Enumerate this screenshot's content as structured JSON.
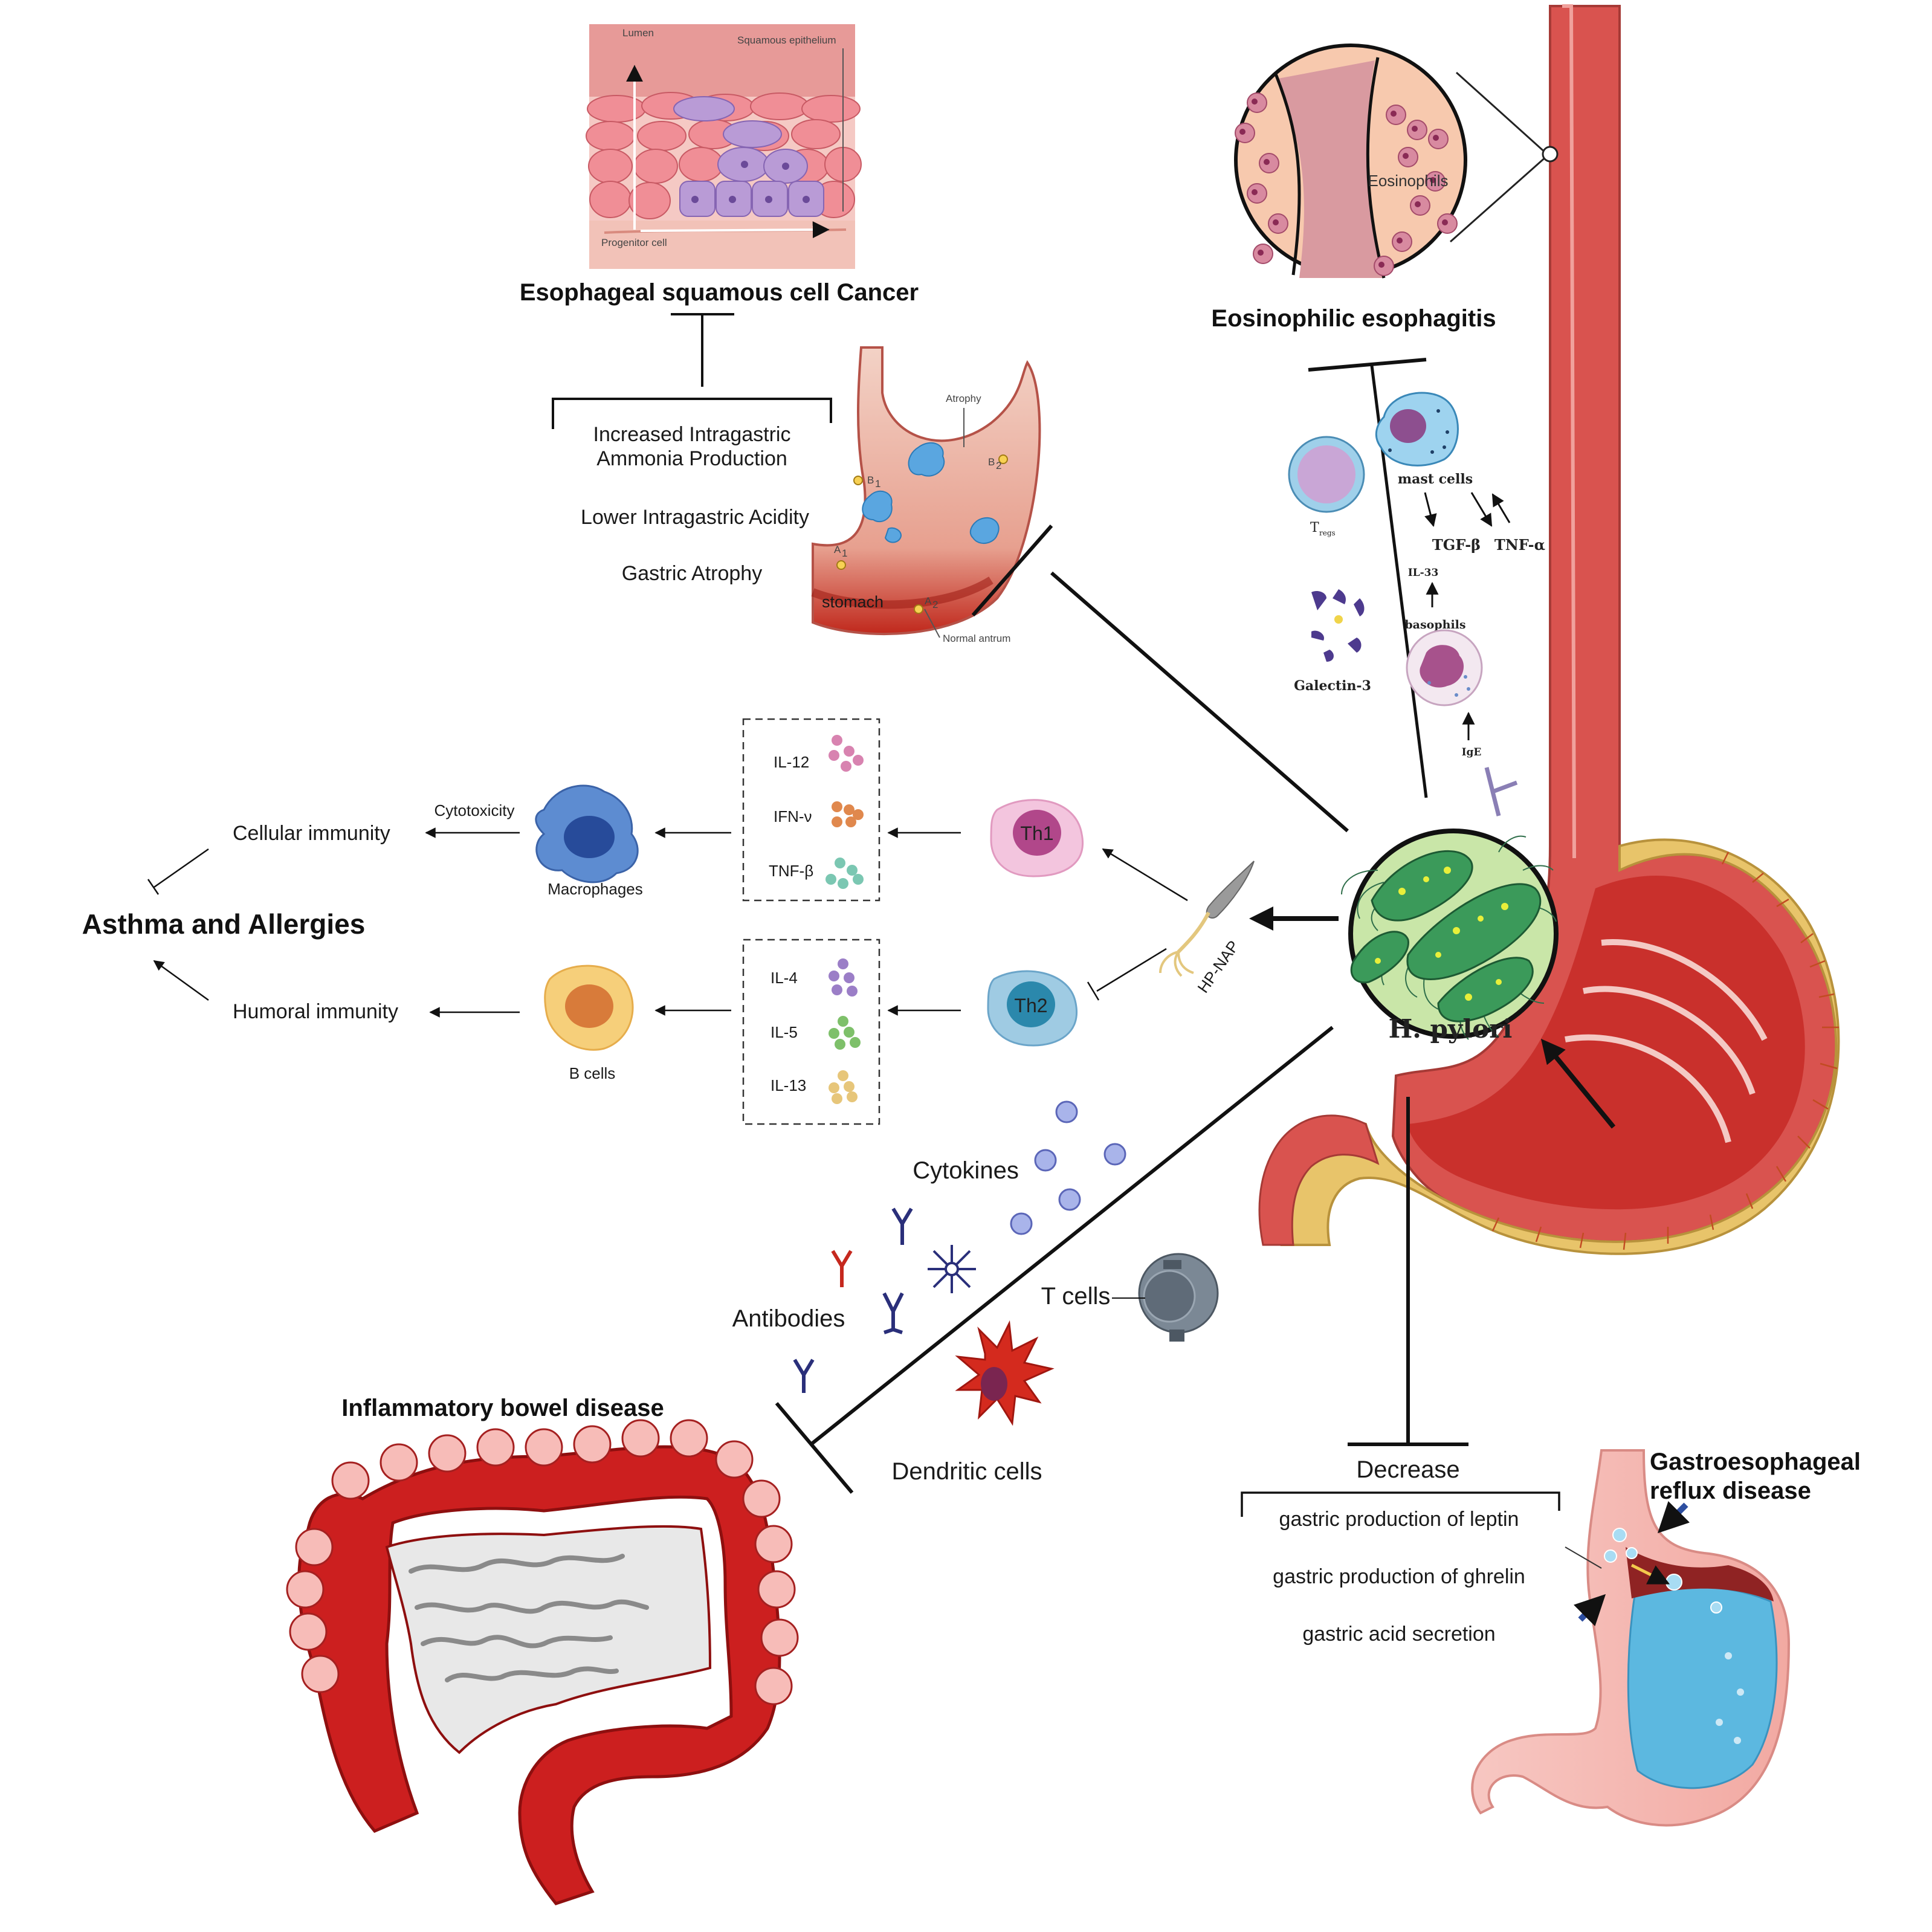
{
  "esophageal_cancer": {
    "title": "Esophageal squamous cell Cancer",
    "image_labels": {
      "lumen": "Lumen",
      "epithelium": "Squamous epithelium",
      "progenitor": "Progenitor cell"
    },
    "mechanisms": [
      "Increased Intragastric",
      "Ammonia Production",
      "Lower Intragastric Acidity",
      "Gastric Atrophy"
    ]
  },
  "stomach_atrophy": {
    "label": "stomach",
    "atrophy": "Atrophy",
    "normal_antrum": "Normal antrum",
    "points": {
      "b1": "B",
      "b2": "B",
      "a1": "A",
      "a2": "A",
      "s1": "1",
      "s2": "2"
    }
  },
  "eosinophilic": {
    "title": "Eosinophilic esophagitis",
    "eosinophils": "Eosinophils",
    "cells": {
      "tregs": "T",
      "tregs_sub": "regs",
      "mast_cells": "mast cells",
      "tgf": "TGF-β",
      "tnf_a": "TNF-α",
      "il33": "IL-33",
      "basophils": "basophils",
      "galectin": "Galectin-3",
      "ige": "IgE"
    }
  },
  "hpylori": {
    "label": "H. pylori",
    "hp_nap": "HP-NAP"
  },
  "asthma": {
    "title": "Asthma and Allergies",
    "cellular": "Cellular immunity",
    "humoral": "Humoral immunity",
    "cytotoxicity": "Cytotoxicity",
    "macrophages": "Macrophages",
    "b_cells": "B cells",
    "th1": "Th1",
    "th2": "Th2",
    "th1_cytokines": [
      "IL-12",
      "IFN-ν",
      "TNF-β"
    ],
    "th2_cytokines": [
      "IL-4",
      "IL-5",
      "IL-13"
    ]
  },
  "ibd": {
    "title": "Inflammatory bowel disease",
    "cytokines": "Cytokines",
    "antibodies": "Antibodies",
    "t_cells": "T cells",
    "dendritic": "Dendritic cells"
  },
  "gerd": {
    "title_line1": "Gastroesophageal",
    "title_line2": "reflux disease",
    "decrease": "Decrease",
    "effects": [
      "gastric production of leptin",
      "gastric production of ghrelin",
      "gastric acid secretion"
    ]
  },
  "colors": {
    "esophagus": "#d9534f",
    "stomach_inner": "#c9302c",
    "fat_layer": "#e8c46a",
    "bacteria_bg": "#c9e6a8",
    "bacteria": "#3b9a5a",
    "colon": "#cc1f1f",
    "colon_inner": "#e8e8e8",
    "acid": "#5cb8e0"
  }
}
